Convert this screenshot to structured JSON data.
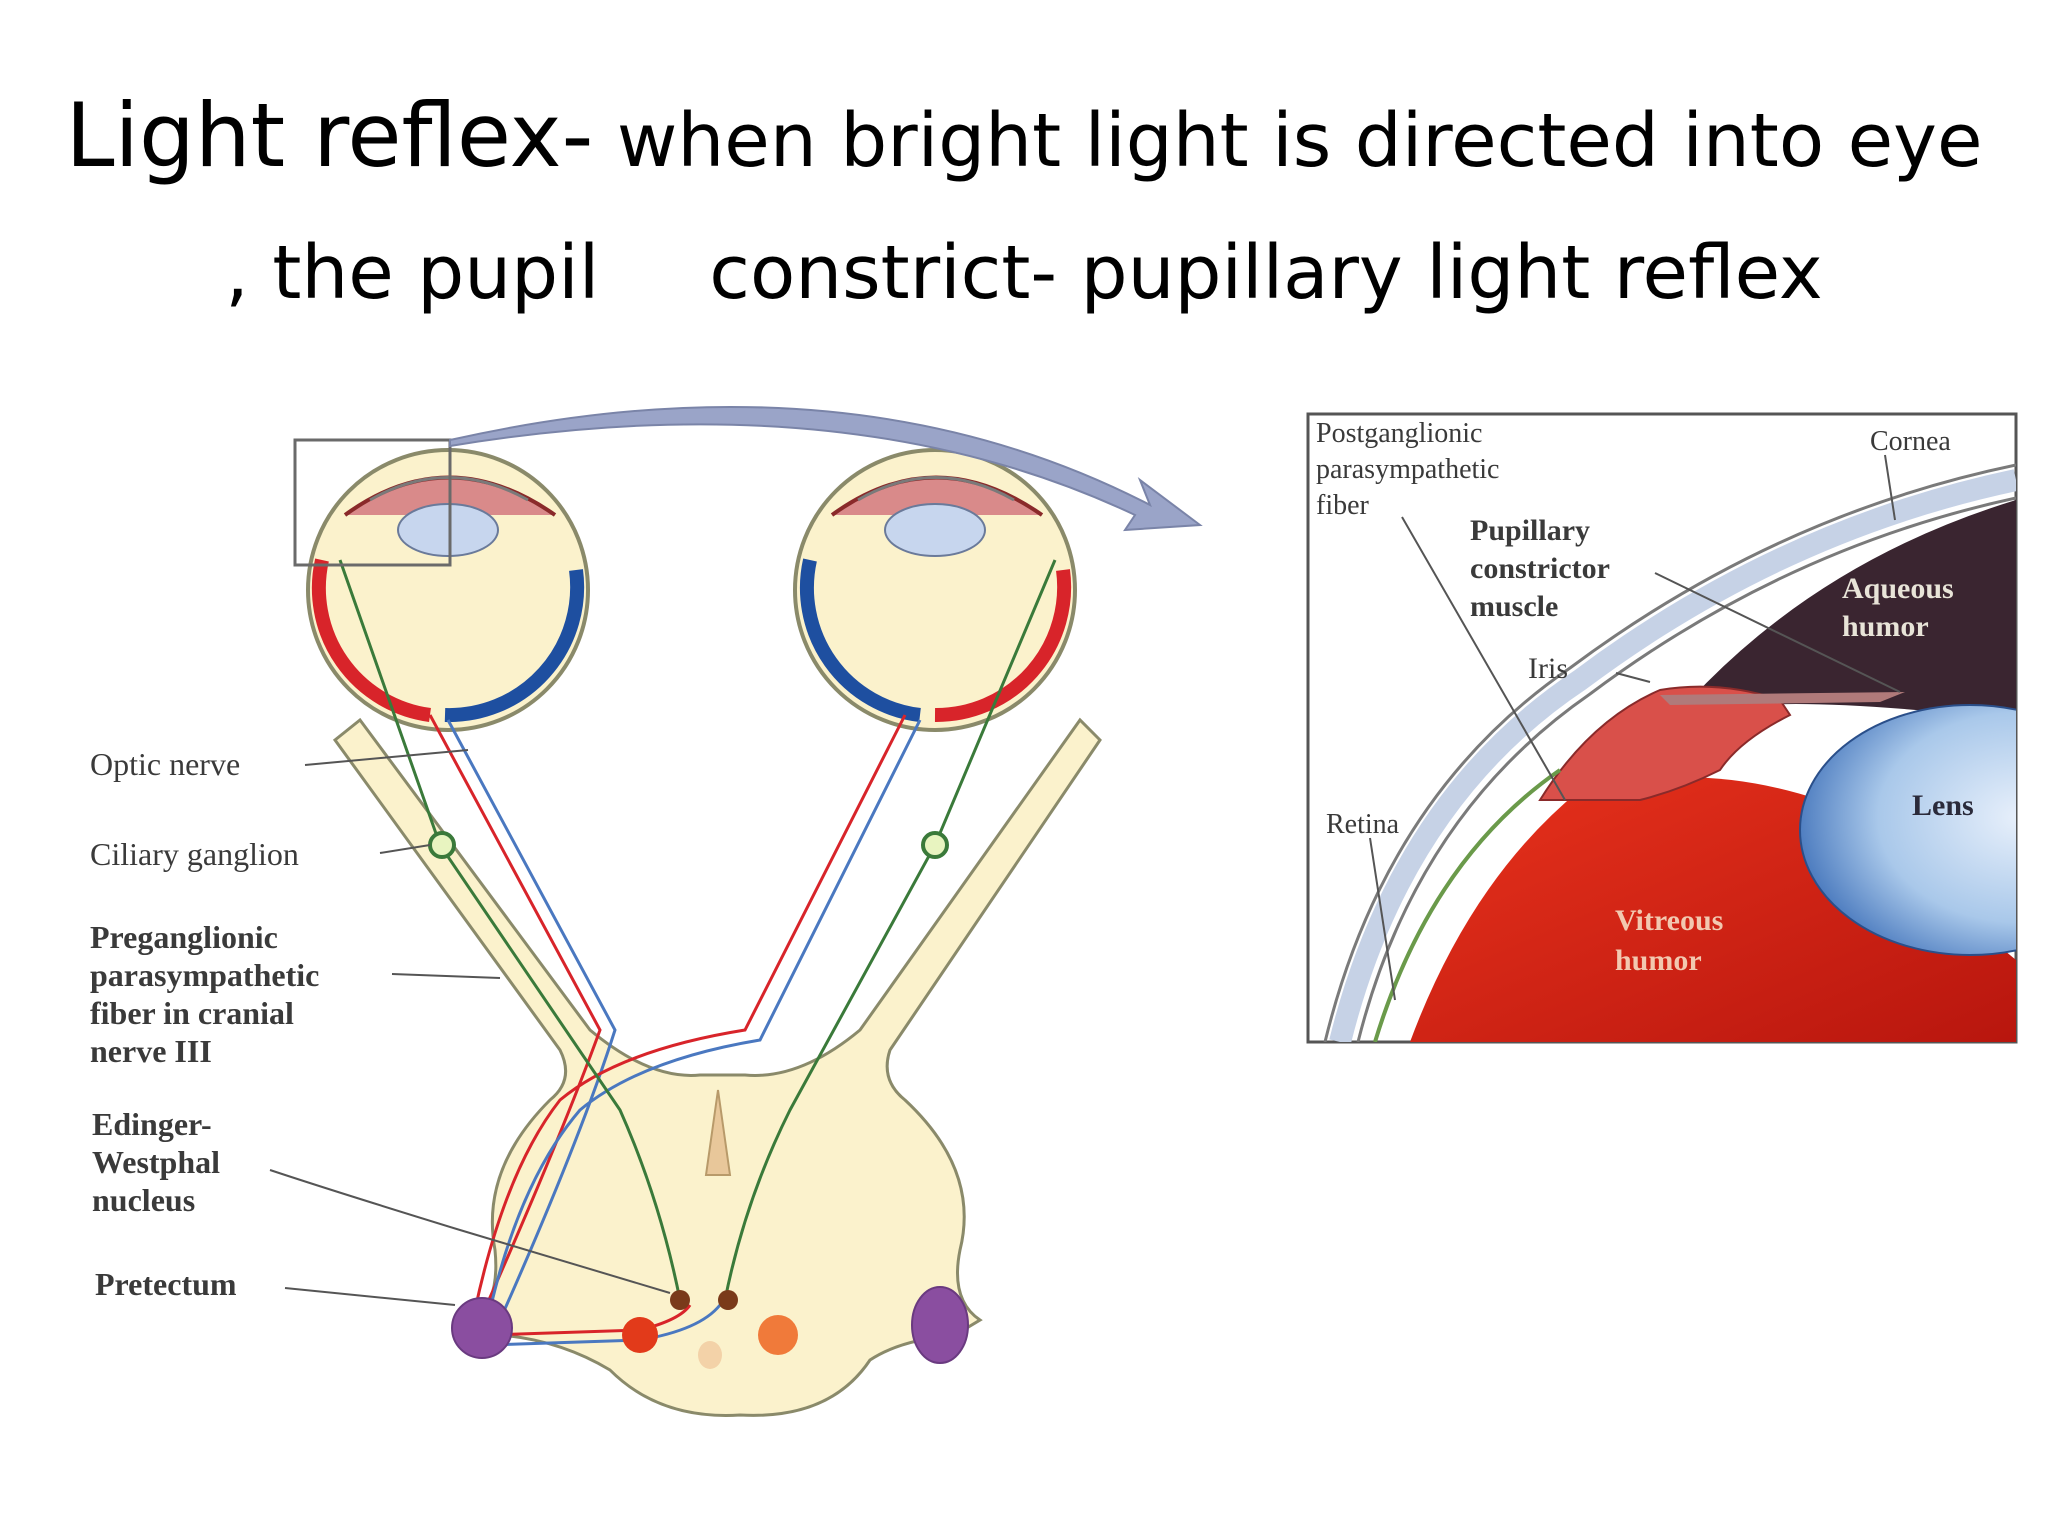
{
  "slide": {
    "title_bold": "Light reflex-",
    "title_rest": " when bright light is directed into eye",
    "title_line2_a": ", the pupil",
    "title_line2_b": "constrict- pupillary light reflex"
  },
  "left_diagram": {
    "labels": {
      "optic_nerve": "Optic nerve",
      "ciliary_ganglion": "Ciliary ganglion",
      "preganglionic_1": "Preganglionic",
      "preganglionic_2": "parasympathetic",
      "preganglionic_3": "fiber in cranial",
      "preganglionic_4": "nerve III",
      "edinger_1": "Edinger-",
      "edinger_2": "Westphal",
      "edinger_3": "nucleus",
      "pretectum": "Pretectum"
    }
  },
  "inset": {
    "labels": {
      "postganglionic_1": "Postganglionic",
      "postganglionic_2": "parasympathetic",
      "postganglionic_3": "fiber",
      "pupillary_1": "Pupillary",
      "pupillary_2": "constrictor",
      "pupillary_3": "muscle",
      "iris": "Iris",
      "cornea": "Cornea",
      "aqueous_1": "Aqueous",
      "aqueous_2": "humor",
      "lens": "Lens",
      "retina": "Retina",
      "vitreous_1": "Vitreous",
      "vitreous_2": "humor"
    }
  },
  "colors": {
    "brain_fill": "#fbf2cc",
    "brain_stroke": "#8a8a6a",
    "red_fiber": "#d8242a",
    "blue_fiber": "#1e4fa0",
    "pretectum": "#8a4ea0",
    "vitreous": "#c41c16",
    "aqueous": "#3a2530",
    "lens": "#a9c8ea",
    "arrow": "#9aa4c8"
  }
}
